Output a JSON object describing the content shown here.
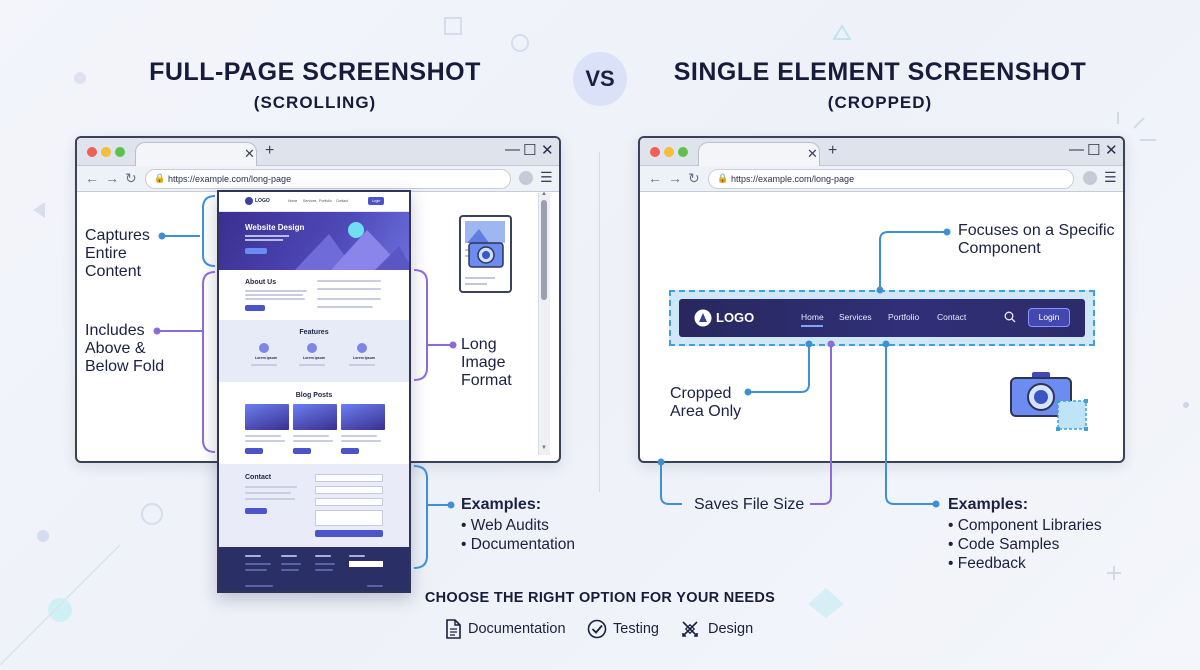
{
  "left_title": {
    "main": "FULL-PAGE SCREENSHOT",
    "sub": "(SCROLLING)"
  },
  "vs_label": "VS",
  "right_title": {
    "main": "SINGLE ELEMENT SCREENSHOT",
    "sub": "(CROPPED)"
  },
  "left_browser": {
    "url": "https://example.com/long-page",
    "page": {
      "logo": "LOGO",
      "nav": [
        "Home",
        "Services",
        "Portfolio",
        "Contact"
      ],
      "login": "Login",
      "hero_title": "Website Design",
      "about_title": "About Us",
      "features_title": "Features",
      "feature_labels": [
        "Lorem Ipsum",
        "Lorem Ipsum",
        "Lorem Ipsum"
      ],
      "blog_title": "Blog Posts",
      "contact_title": "Contact"
    }
  },
  "left_labels": {
    "captures": "Captures Entire Content",
    "includes": "Includes Above & Below Fold",
    "long_image": "Long Image Format",
    "examples_title": "Examples:",
    "examples": [
      "Web Audits",
      "Documentation"
    ]
  },
  "right_browser": {
    "url": "https://example.com/long-page",
    "element": {
      "logo": "LOGO",
      "nav": [
        "Home",
        "Services",
        "Portfolio",
        "Contact"
      ],
      "login": "Login"
    }
  },
  "right_labels": {
    "focuses": "Focuses on a Specific Component",
    "cropped": "Cropped Area Only",
    "saves": "Saves File Size",
    "examples_title": "Examples:",
    "examples": [
      "Component Libraries",
      "Code Samples",
      "Feedback"
    ]
  },
  "footer": {
    "title": "CHOOSE THE RIGHT OPTION FOR YOUR NEEDS",
    "items": [
      {
        "label": "Documentation",
        "icon": "document-icon"
      },
      {
        "label": "Testing",
        "icon": "check-circle-icon"
      },
      {
        "label": "Design",
        "icon": "design-tools-icon"
      }
    ]
  },
  "colors": {
    "accent_blue": "#3f8fd6",
    "accent_purple": "#8a6bd8",
    "nav_dark": "#2b2a6e",
    "crop_dash": "#41a0d8"
  }
}
